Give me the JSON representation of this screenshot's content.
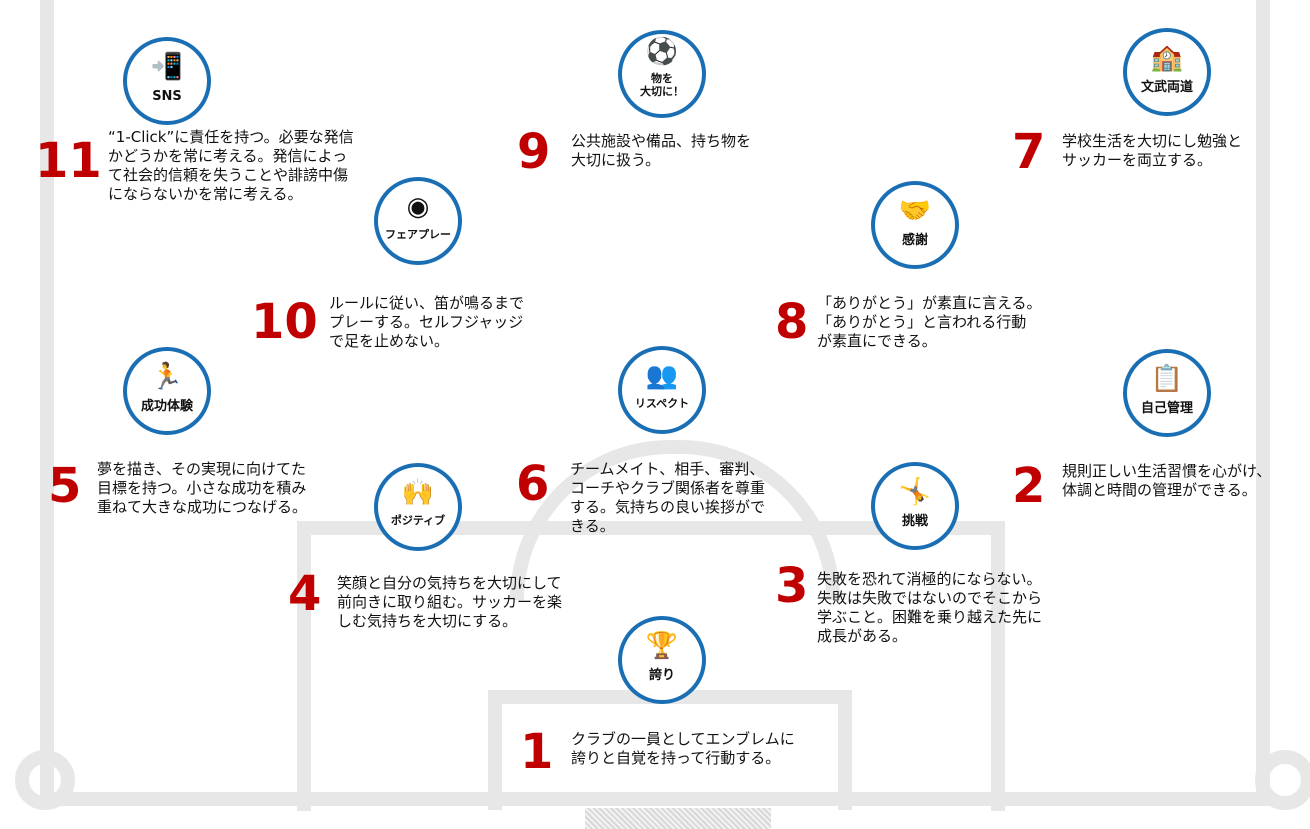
{
  "items": [
    {
      "number": "11",
      "label": "SNS",
      "icon": "📲",
      "desc": "“1-Click”に責任を持つ。必要な発信\nかどうかを常に考える。発信によっ\nて社会的信頼を失うことや誹謗中傷\nにならないかを常に考える。"
    },
    {
      "number": "9",
      "label": "物を\n大切に！",
      "icon": "⚽",
      "desc": "公共施設や備品、持ち物を\n大切に扱う。"
    },
    {
      "number": "7",
      "label": "文武両道",
      "icon": "🏫",
      "desc": "学校生活を大切にし勉強と\nサッカーを両立する。"
    },
    {
      "number": "10",
      "label": "フェアプレー",
      "icon": "◉",
      "desc": "ルールに従い、笛が鳴るまで\nプレーする。セルフジャッジ\nで足を止めない。"
    },
    {
      "number": "8",
      "label": "感謝",
      "icon": "🤝",
      "desc": "「ありがとう」が素直に言える。\n「ありがとう」と言われる行動\nが素直にできる。"
    },
    {
      "number": "5",
      "label": "成功体験",
      "icon": "🏃",
      "desc": "夢を描き、その実現に向けてた\n目標を持つ。小さな成功を積み\n重ねて大きな成功につなげる。"
    },
    {
      "number": "6",
      "label": "リスペクト",
      "icon": "👥",
      "desc": "チームメイト、相手、審判、\nコーチやクラブ関係者を尊重\nする。気持ちの良い挨拶がで\nきる。"
    },
    {
      "number": "2",
      "label": "自己管理",
      "icon": "📋",
      "desc": "規則正しい生活習慣を心がけ、\n体調と時間の管理ができる。"
    },
    {
      "number": "4",
      "label": "ポジティブ",
      "icon": "🙌",
      "desc": "笑顔と自分の気持ちを大切にして\n前向きに取り組む。サッカーを楽\nしむ気持ちを大切にする。"
    },
    {
      "number": "3",
      "label": "挑戦",
      "icon": "🤸",
      "desc": "失敗を恐れて消極的にならない。\n失敗は失敗ではないのでそこから\n学ぶこと。困難を乗り越えた先に\n成長がある。"
    },
    {
      "number": "1",
      "label": "誇り",
      "icon": "🏆",
      "desc": "クラブの一員としてエンブレムに\n誇りと自覚を持って行動する。"
    }
  ]
}
